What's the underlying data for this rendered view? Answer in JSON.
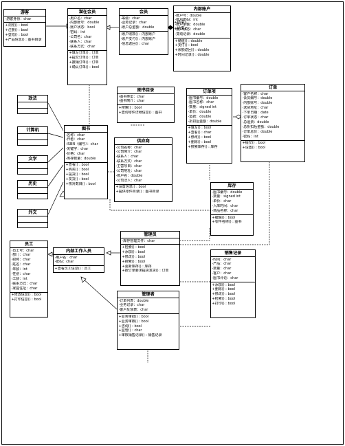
{
  "classes": [
    {
      "key": "guest",
      "title": "游客",
      "attributes": [
        "-游客身份：char"
      ],
      "methods": [
        "+浏览() : bool",
        "+注册() : bool",
        "+登陆() : bool",
        "+产品信息() : 图书目录"
      ]
    },
    {
      "key": "registered_member",
      "title": "潜在会员",
      "attributes": [
        "-用户名：char",
        "-内部账号：double",
        "-账户状态：bool",
        "-密码：int",
        "-公司名：char",
        "-联系人：char",
        "-联系方式：char"
      ],
      "methods": [
        "+填写订单() : 订单",
        "+提交订单() : 订单",
        "+撤销订单() : 订单",
        "+确认订单() : bool"
      ]
    },
    {
      "key": "member",
      "title": "会员",
      "attributes": [
        "-等级：char",
        "-业务记录：char",
        "-账户总金额：double"
      ],
      "methods": [
        "-账户收款() : 内部账户",
        "-账户支付() : 内部账户",
        "-信息返回() : char"
      ]
    },
    {
      "key": "internal_account",
      "title": "内部账户",
      "attributes": [
        "-账户号：double",
        "-账户密码：int",
        "-账户余额：double",
        "-账户状态：char",
        "-变动记录：double"
      ],
      "methods": [
        "+储值() : double",
        "+支付() : bool",
        "+余额返回() : double",
        "+时间记录() : double"
      ]
    },
    {
      "key": "catalog",
      "title": "图书目录",
      "attributes": [
        "-图书类型：char",
        "-图书简介：char"
      ],
      "methods": [
        "+搜索() : bool",
        "+查询零件详细信息() : 图书"
      ]
    },
    {
      "key": "order_item",
      "title": "订单项",
      "attributes": [
        "-图书编号：double",
        "-图书名称：char",
        "-数量：signed int",
        "-单价：double",
        "-运费：double",
        "-折扣后金额：double"
      ],
      "methods": [
        "+填写() : bool",
        "+查看() : char",
        "+修改() : bool",
        "+删除() : bool",
        "+搜索库存() : 库存"
      ]
    },
    {
      "key": "order",
      "title": "订单",
      "attributes": [
        "-客户名称：char",
        "-会员编号：double",
        "-内部账号：double",
        "-送货地址：char",
        "-下单日期：date",
        "-订单状态：char",
        "-总运费：double",
        "-总折扣后金额：double",
        "-订单总价：double",
        "-密码：int"
      ],
      "methods": [
        "+提交() : bool",
        "+设置() : bool"
      ]
    },
    {
      "key": "book",
      "title": "图书",
      "attributes": [
        "-名称：char",
        "-作者：char",
        "-ISBN（编号）：char",
        "-关键字：char",
        "-价格：char",
        "-库存数量：double"
      ],
      "methods": [
        "+查看() : bool",
        "+购买() : bool",
        "+提货() : bool",
        "+发货() : bool",
        "+核对数目() : bool"
      ]
    },
    {
      "key": "supplier",
      "title": "供应商",
      "attributes": [
        "-公司名称：char",
        "-公司简介：char",
        "-联系人：char",
        "-联系方式：char",
        "-主营项目：char",
        "-公司地址：char",
        "-账户名：double",
        "-公司法人：char"
      ],
      "methods": [
        "+设置信息() : bool",
        "+提供零件目录() : 图书目录"
      ]
    },
    {
      "key": "inventory",
      "title": "库存",
      "attributes": [
        "-图书编号：double",
        "-数量：signed int",
        "-单价：char",
        "-入库时间：char",
        "-商品名称：char"
      ],
      "methods": [
        "+编辑() : bool",
        "+零件名称() : 图书"
      ]
    },
    {
      "key": "manager",
      "title": "管理员",
      "attributes": [
        "-库存管理文件：char"
      ],
      "methods": [
        "+检索() : bool",
        "+添加() : bool",
        "+修改() : bool",
        "+搜索() : bool",
        "+更新库存() : 库存",
        "+按订单要求提货发货() : 订单"
      ]
    },
    {
      "key": "employee",
      "title": "员工",
      "attributes": [
        "-员工号：char",
        "-部门：char",
        "-职称：char",
        "-姓名：char",
        "-年龄：int",
        "-性别：char",
        "-工龄：int",
        "-联系方式：char",
        "-家庭住址：char"
      ],
      "methods": [
        "+修改信息() : bool",
        "+打印信息() : bool"
      ]
    },
    {
      "key": "staff",
      "title": "内部工作人员",
      "attributes": [
        "-用户名：char",
        "-密码：char"
      ],
      "methods": [
        "+查看员工信息() : 员工"
      ]
    },
    {
      "key": "sales_record",
      "title": "销售记录",
      "attributes": [
        "-时间：char",
        "-产品：char",
        "-数量：char",
        "-客户：char",
        "-图书评论：char"
      ],
      "methods": [
        "+添加() : bool",
        "+删除() : bool",
        "+修改() : bool",
        "+检索() : bool",
        "+打印() : bool"
      ]
    },
    {
      "key": "administrator",
      "title": "管理者",
      "attributes": [
        "-订单列表：double",
        "-业务记录：char",
        "-客户反馈表：char"
      ],
      "methods": [
        "+业务审批() : bool",
        "+业务审核() : bool",
        "+咨询() : bool",
        "+监管() : char",
        "+审核销售记录() : 销售记录"
      ]
    },
    {
      "key": "politics",
      "title": "政法",
      "attributes": [],
      "methods": []
    },
    {
      "key": "computer",
      "title": "计算机",
      "attributes": [],
      "methods": []
    },
    {
      "key": "literature",
      "title": "文学",
      "attributes": [],
      "methods": []
    },
    {
      "key": "history",
      "title": "历史",
      "attributes": [],
      "methods": []
    },
    {
      "key": "foreign",
      "title": "外文",
      "attributes": [],
      "methods": []
    }
  ],
  "labels": {
    "role1": "+结束1",
    "role2": "+结束2",
    "star": "*"
  }
}
